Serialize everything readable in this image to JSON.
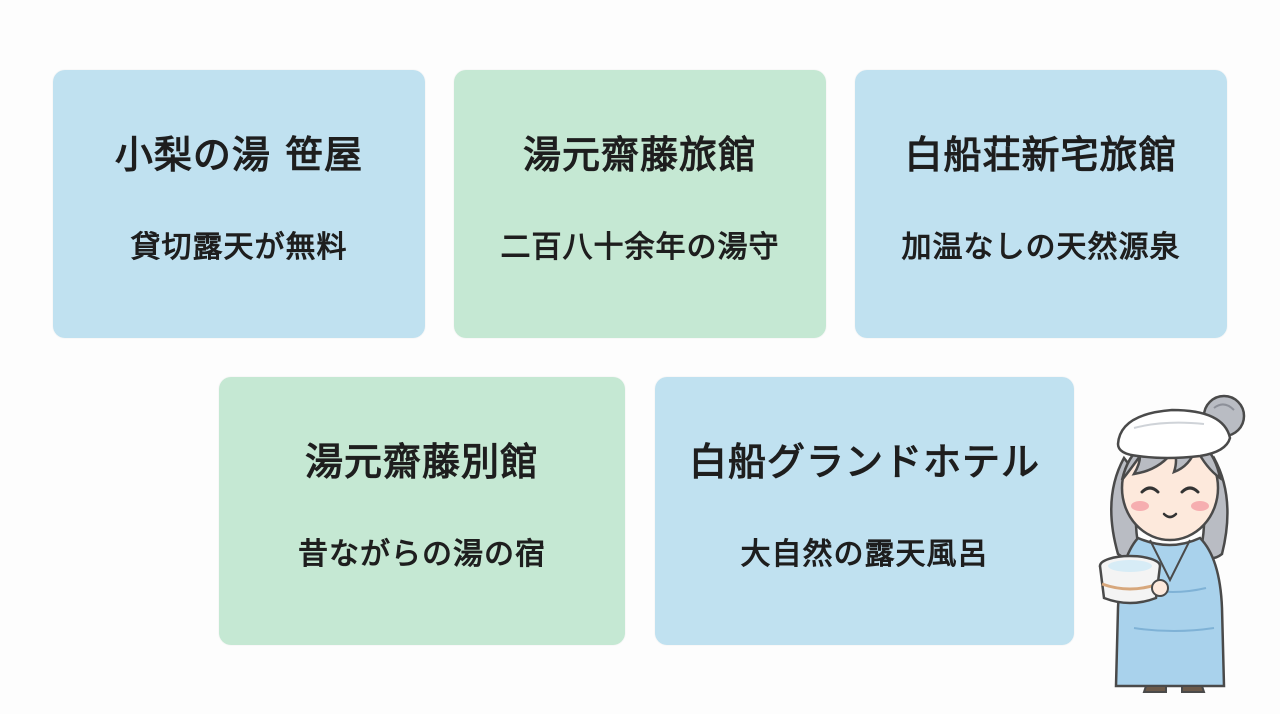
{
  "colors": {
    "blue_card": "#c0e1f0",
    "green_card": "#c5e8d3",
    "text": "#1e1e1e"
  },
  "cards": [
    {
      "name": "小梨の湯 笹屋",
      "tagline": "貸切露天が無料",
      "color": "blue"
    },
    {
      "name": "湯元齋藤旅館",
      "tagline": "二百八十余年の湯守",
      "color": "green"
    },
    {
      "name": "白船荘新宅旅館",
      "tagline": "加温なしの天然源泉",
      "color": "blue"
    },
    {
      "name": "湯元齋藤別館",
      "tagline": "昔ながらの湯の宿",
      "color": "green"
    },
    {
      "name": "白船グランドホテル",
      "tagline": "大自然の露天風呂",
      "color": "blue"
    }
  ],
  "mascot": {
    "icon": "onsen-girl-illustration"
  }
}
